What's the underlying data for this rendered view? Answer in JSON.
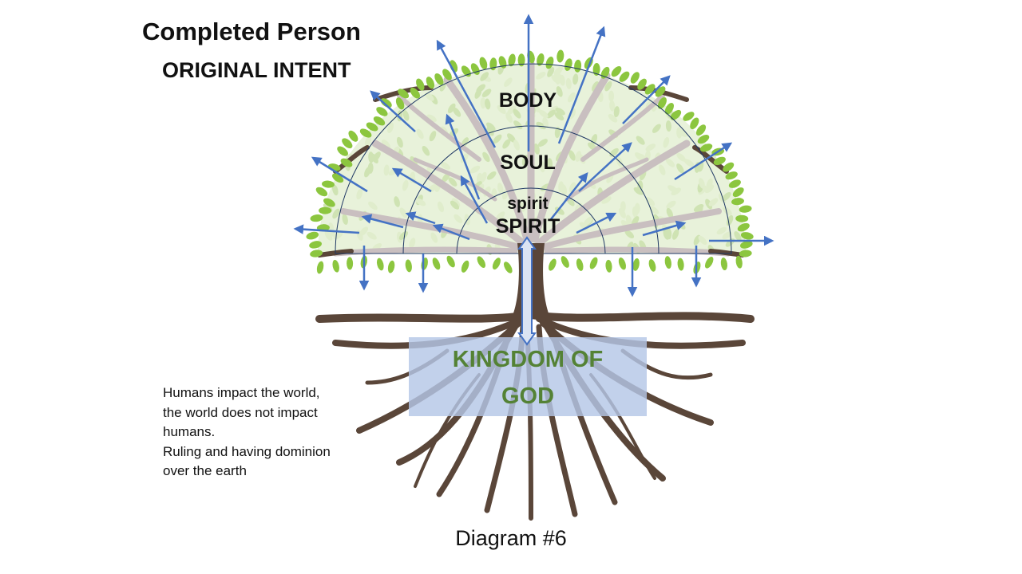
{
  "title": "Completed Person",
  "subtitle": "ORIGINAL INTENT",
  "layers": {
    "body": "BODY",
    "soul": "SOUL",
    "spirit_lower": "spirit",
    "spirit_upper": "SPIRIT"
  },
  "kingdom": {
    "line1": "KINGDOM OF",
    "line2": "GOD"
  },
  "caption": [
    "Humans impact the world,",
    "the world does not impact",
    "humans.",
    "Ruling and having dominion",
    "over the earth"
  ],
  "diagram_label": "Diagram #6",
  "colors": {
    "trunk": "#5a4639",
    "branch": "#c9bfc0",
    "leaf_light": "#dbe9c4",
    "leaf_green": "#8cc63f",
    "arrow": "#4472c4",
    "kingdom_box": "#b4c7e7",
    "kingdom_text": "#548235"
  }
}
